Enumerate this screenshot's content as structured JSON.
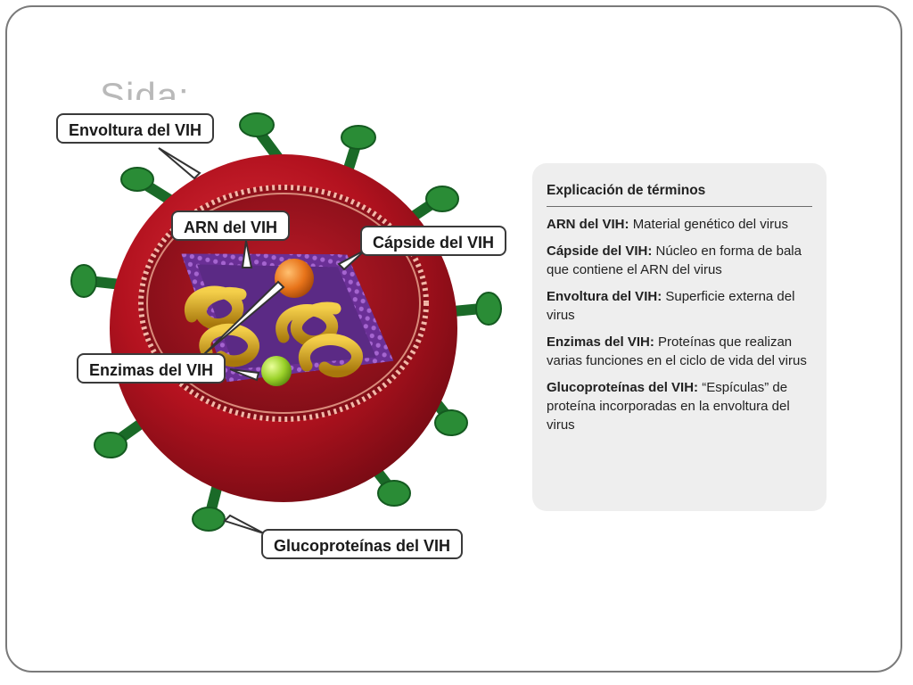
{
  "slide": {
    "title": "Sida:"
  },
  "labels": {
    "envoltura": "Envoltura del VIH",
    "arn": "ARN del VIH",
    "capside": "Cápside del VIH",
    "enzimas": "Enzimas del VIH",
    "glucoproteinas": "Glucoproteínas del VIH"
  },
  "glossary": {
    "title": "Explicación de términos",
    "entries": [
      {
        "term": "ARN del VIH:",
        "definition": "Material genético del virus"
      },
      {
        "term": "Cápside del VIH:",
        "definition": "Núcleo en forma de bala que contiene el ARN del virus"
      },
      {
        "term": "Envoltura del VIH:",
        "definition": "Superficie externa del virus"
      },
      {
        "term": "Enzimas del VIH:",
        "definition": "Proteínas que realizan varias funciones en el ciclo de vida del virus"
      },
      {
        "term": "Glucoproteínas del VIH:",
        "definition": "“Espículas” de proteína incorporadas en la envoltura del virus"
      }
    ]
  },
  "colors": {
    "envelope": "#b3121f",
    "envelope_dark": "#6e0a12",
    "interior": "#7a0d16",
    "capsid": "#7b3ba1",
    "capsid_inner": "#5b2a85",
    "rna": "#d9a21b",
    "enzyme_orange": "#e8741a",
    "enzyme_green": "#9bd22a",
    "spike": "#1f7a2e"
  },
  "icons": {
    "virus": "hiv-virus-illustration"
  }
}
